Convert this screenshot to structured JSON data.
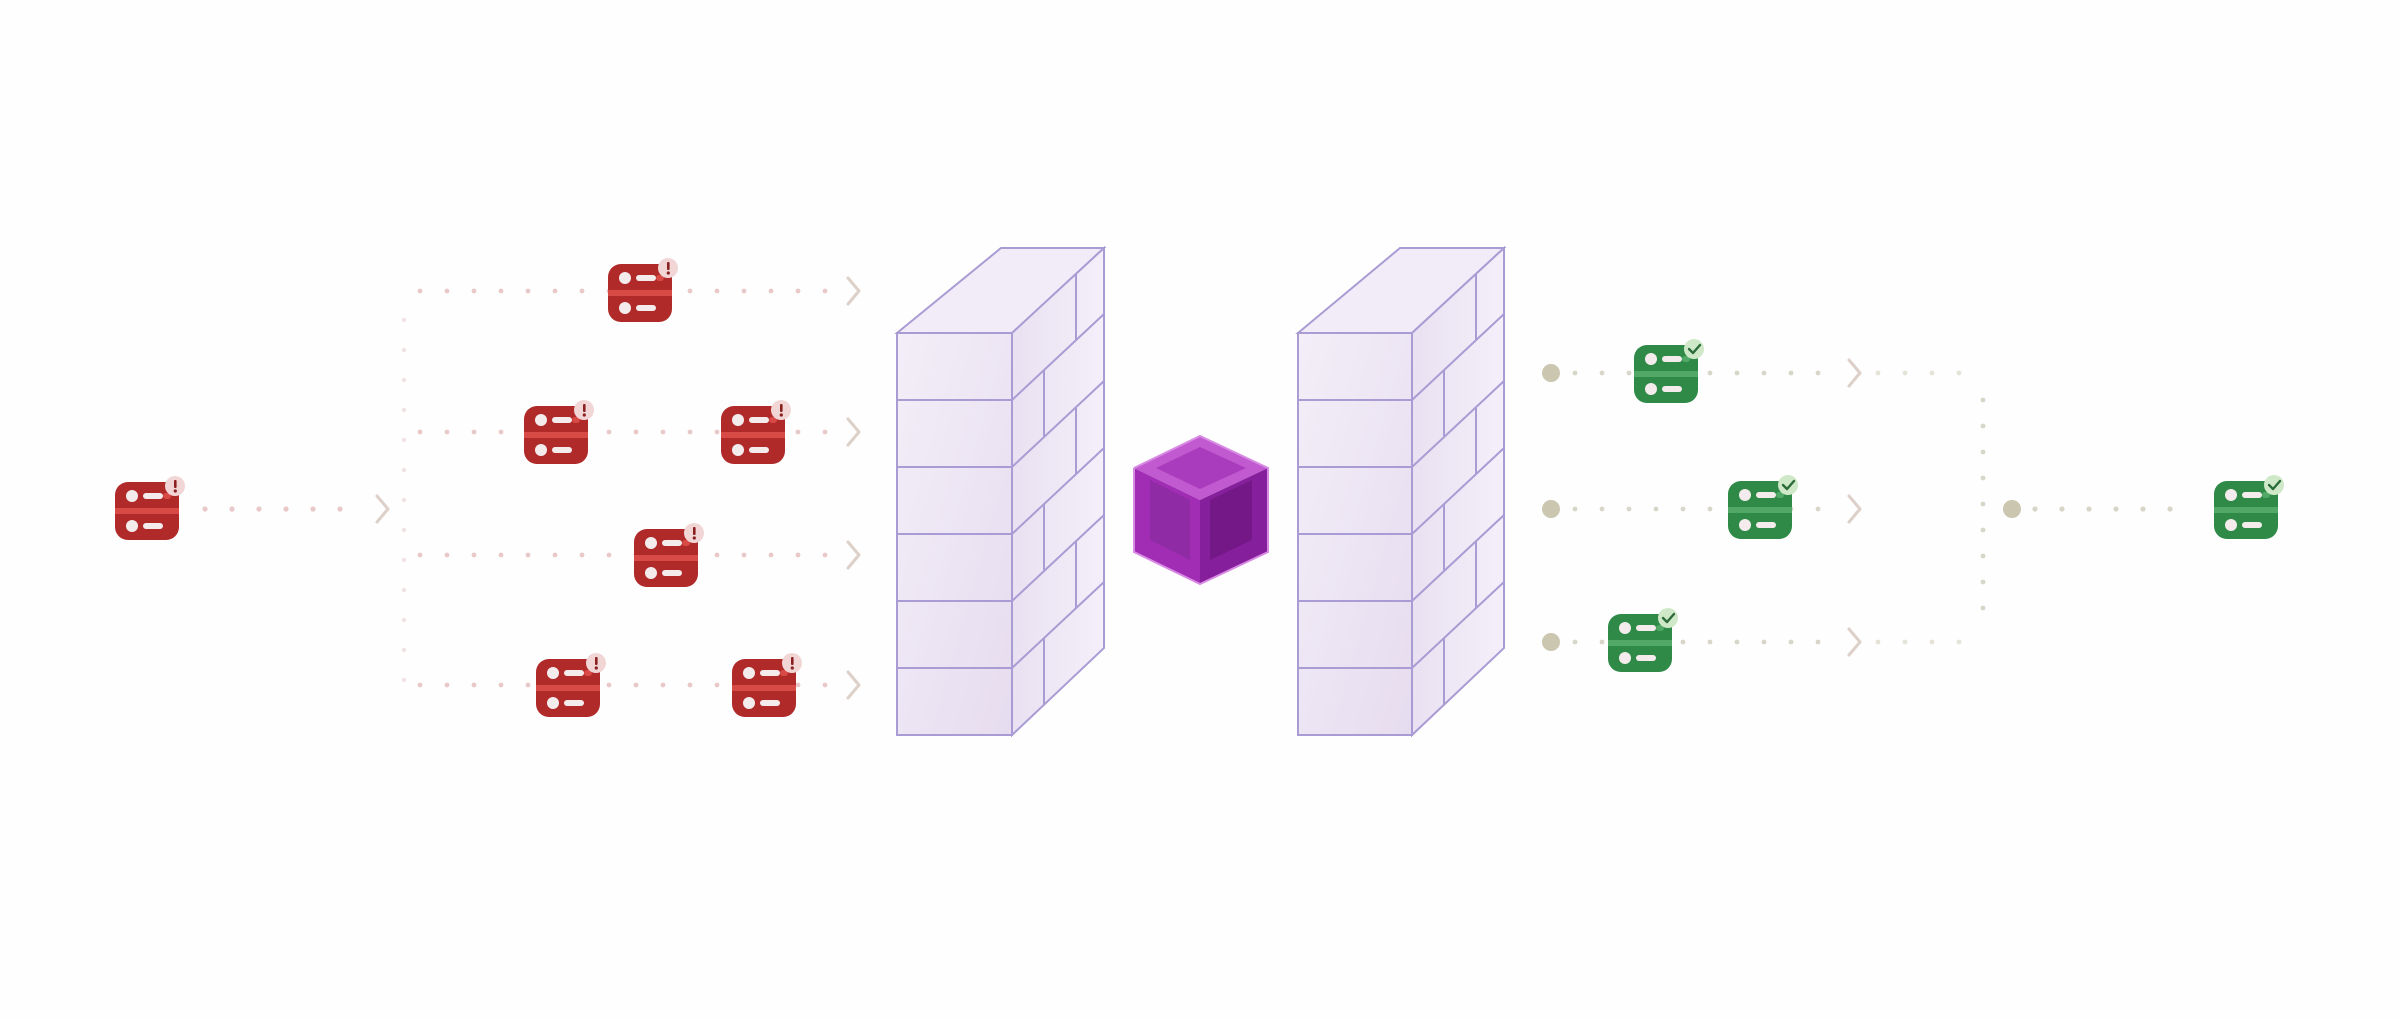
{
  "colors": {
    "background": "#fefefe",
    "unsafe_server": "#b02a2a",
    "unsafe_stripe": "#d84a46",
    "unsafe_badge": "#f2d6d6",
    "safe_server": "#2f8a47",
    "safe_stripe": "#52a866",
    "safe_badge": "#cfe8c8",
    "firewall_stroke": "#a79bd3",
    "firewall_fill": "#ece4f3",
    "cube": "#9b2bb0",
    "flow_dot_red": "#e8c8c8",
    "flow_dot_green": "#d8d6c8",
    "chevron": "#dcd0c8",
    "junction": "#c9c4ad"
  },
  "icons": {
    "unsafe_node": "server-warning-icon",
    "safe_node": "server-check-icon",
    "filter": "cube-icon",
    "wall": "brick-wall-icon",
    "junction": "junction-dot-icon",
    "direction": "chevron-right-icon"
  },
  "source": {
    "status": "unsafe",
    "badge": "warning"
  },
  "incoming_paths": [
    {
      "id": "path-1",
      "nodes": 1,
      "status": "unsafe"
    },
    {
      "id": "path-2",
      "nodes": 2,
      "status": "unsafe"
    },
    {
      "id": "path-3",
      "nodes": 1,
      "status": "unsafe"
    },
    {
      "id": "path-4",
      "nodes": 2,
      "status": "unsafe"
    }
  ],
  "filter": {
    "walls": 2,
    "core": "cube"
  },
  "outgoing_paths": [
    {
      "id": "path-a",
      "nodes": 1,
      "status": "safe"
    },
    {
      "id": "path-b",
      "nodes": 1,
      "status": "safe"
    },
    {
      "id": "path-c",
      "nodes": 1,
      "status": "safe"
    }
  ],
  "destination": {
    "status": "safe",
    "badge": "check"
  }
}
